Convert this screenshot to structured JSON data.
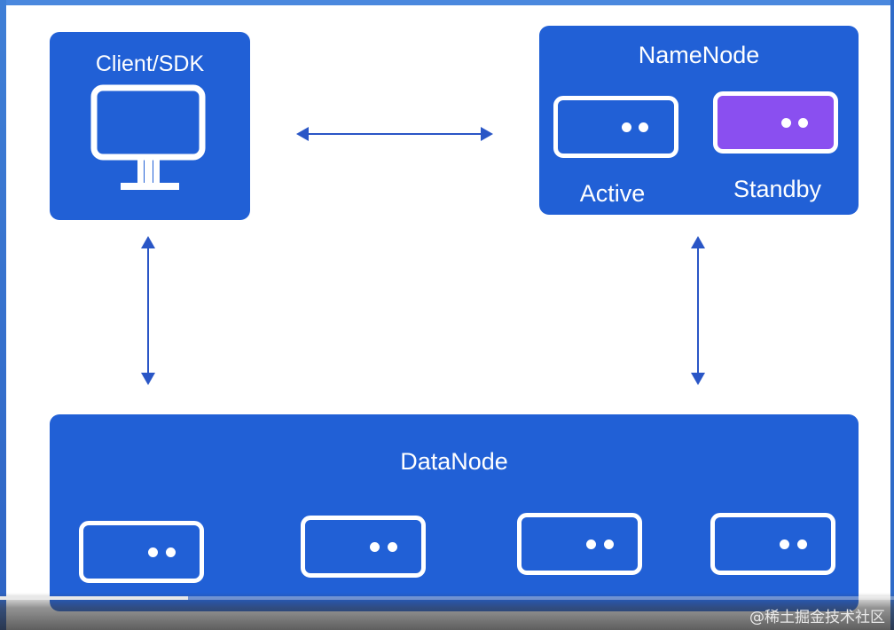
{
  "client": {
    "title": "Client/SDK",
    "icon": "monitor-icon"
  },
  "namenode": {
    "title": "NameNode",
    "active_label": "Active",
    "standby_label": "Standby"
  },
  "datanode": {
    "title": "DataNode",
    "server_count": 4
  },
  "footer": {
    "credit": "@稀土掘金技术社区"
  },
  "colors": {
    "box_blue": "#2160d6",
    "standby_purple": "#8a4ff0",
    "arrow_blue": "#2a56c6"
  },
  "progress": {
    "fraction": 0.21
  }
}
